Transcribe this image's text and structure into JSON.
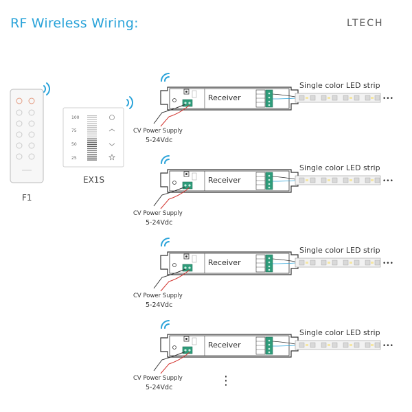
{
  "header": {
    "title": "RF Wireless Wiring:",
    "logo": "LTECH"
  },
  "remote": {
    "label": "F1"
  },
  "panel": {
    "label": "EX1S",
    "levels": [
      "100",
      "75",
      "50",
      "25"
    ]
  },
  "receiver_units": [
    {
      "receiver_label": "Receiver",
      "strip_label": "Single color LED strip",
      "power_label": "CV Power Supply",
      "power_voltage": "5-24Vdc"
    },
    {
      "receiver_label": "Receiver",
      "strip_label": "Single color LED strip",
      "power_label": "CV Power Supply",
      "power_voltage": "5-24Vdc"
    },
    {
      "receiver_label": "Receiver",
      "strip_label": "Single color LED strip",
      "power_label": "CV Power Supply",
      "power_voltage": "5-24Vdc"
    },
    {
      "receiver_label": "Receiver",
      "strip_label": "Single color LED strip",
      "power_label": "CV Power Supply",
      "power_voltage": "5-24Vdc"
    }
  ],
  "strip_continuation": "•••",
  "more_indicator": "⋮",
  "colors": {
    "accent": "#2aa3d9",
    "terminal": "#2e9c7a",
    "wire_red": "#d2322d",
    "outline": "#333333"
  }
}
